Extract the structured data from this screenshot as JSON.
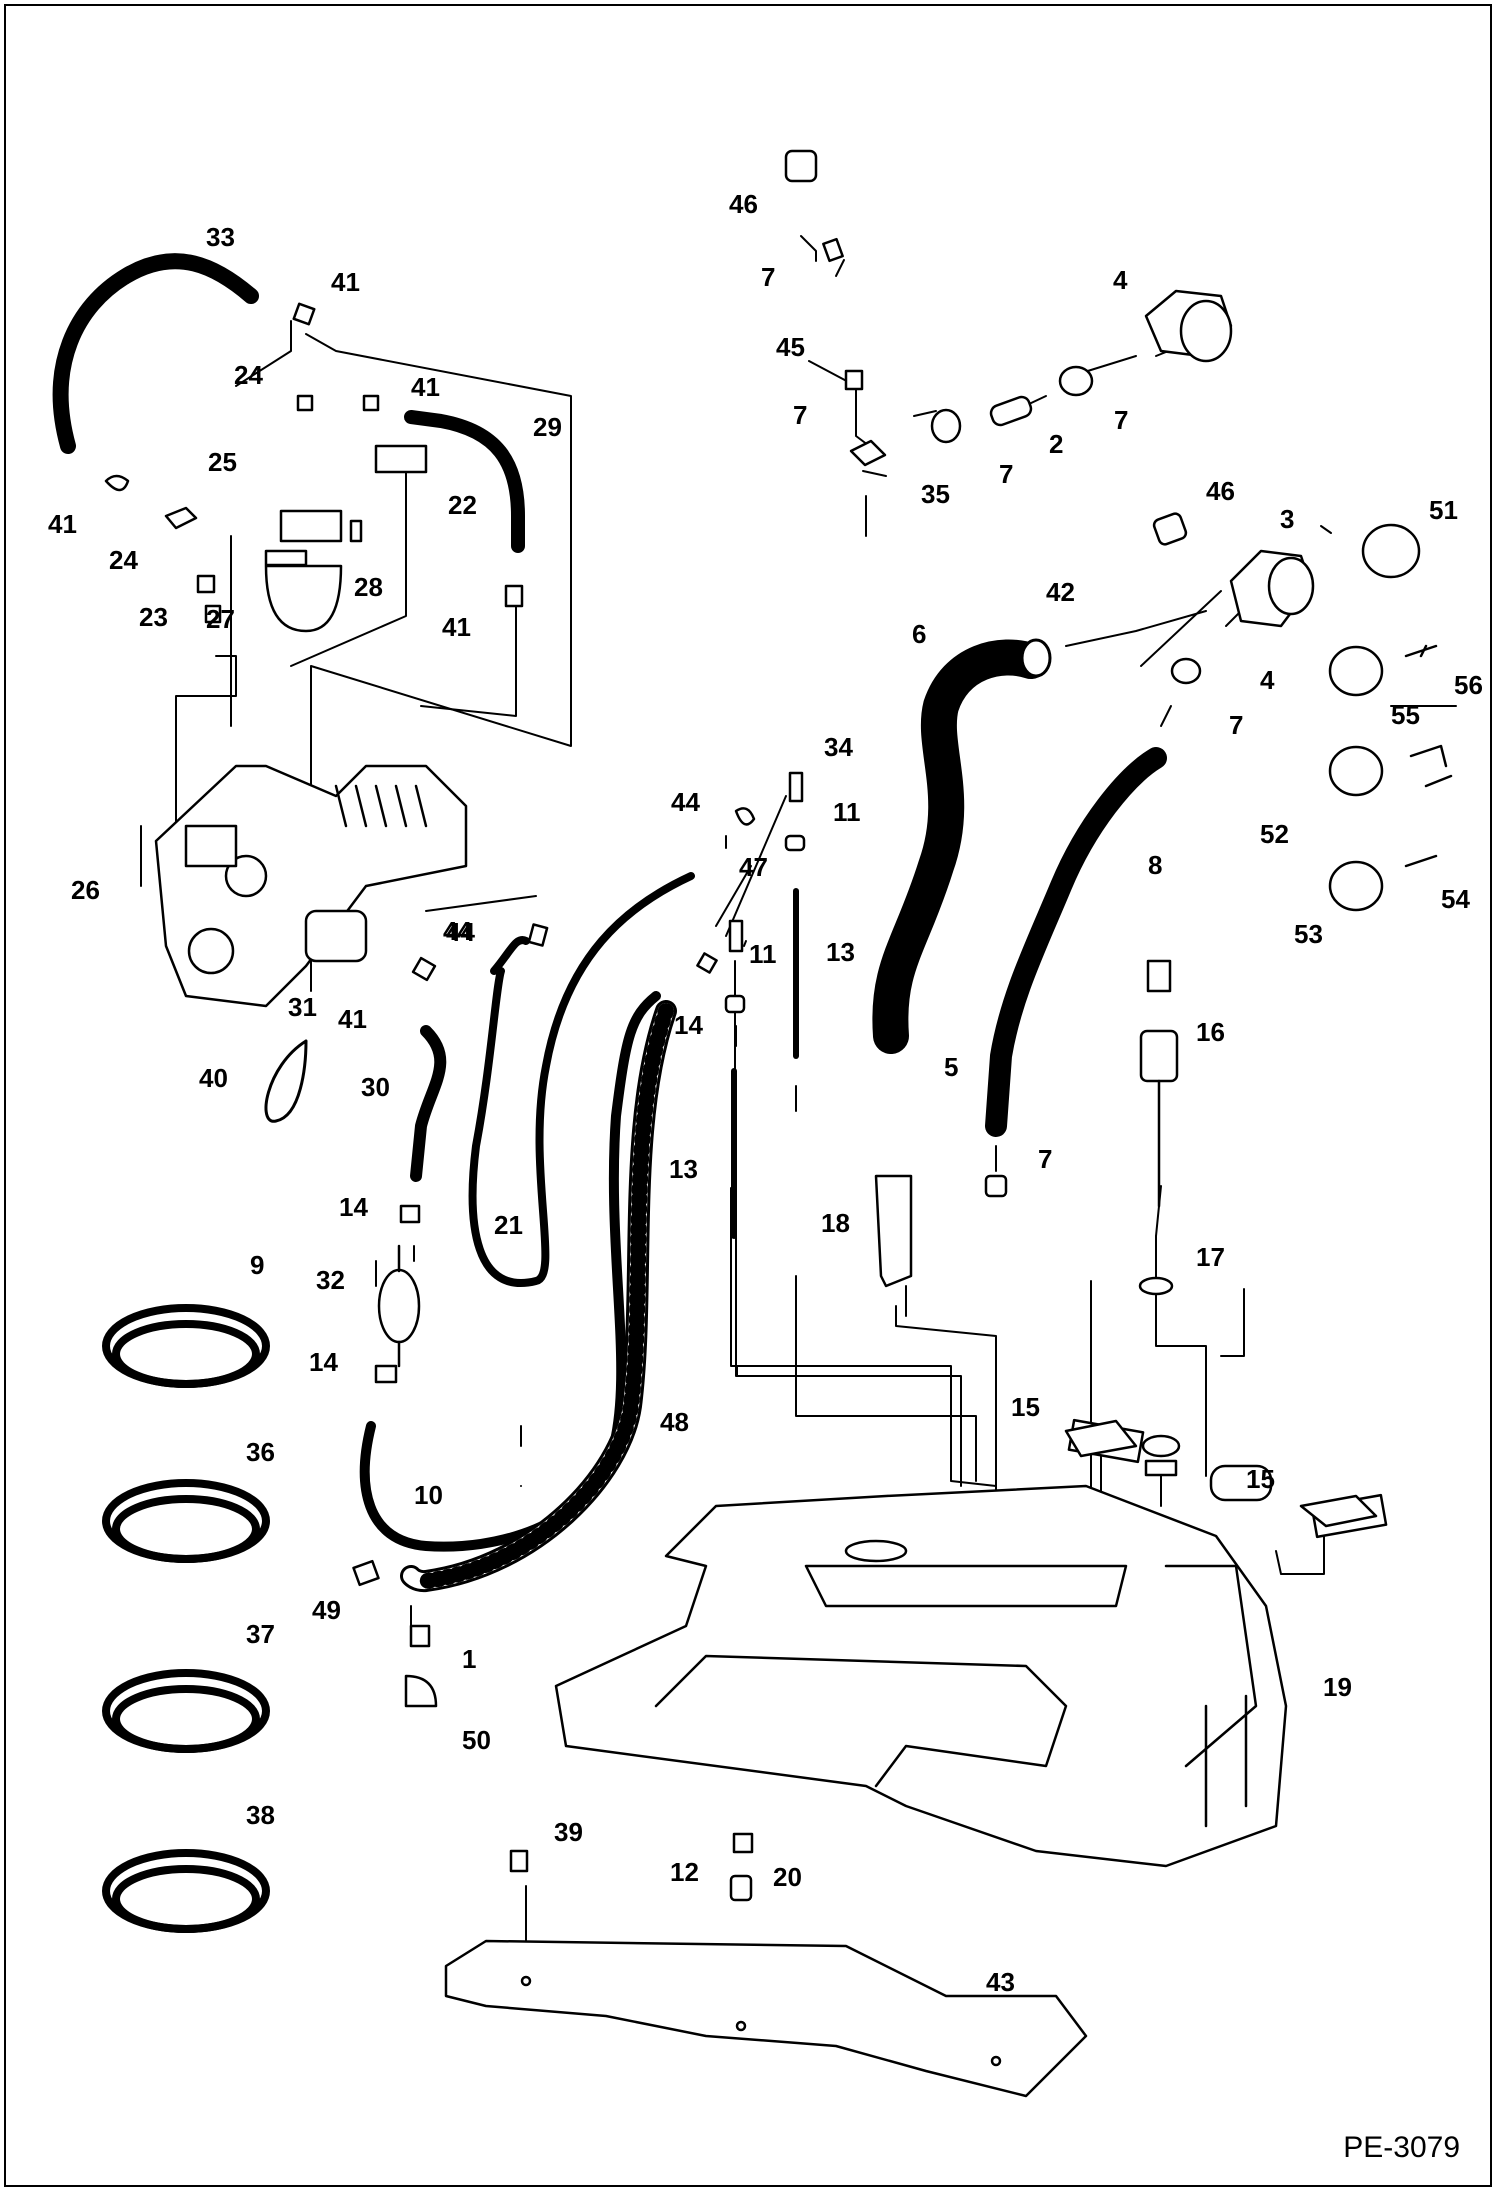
{
  "diagram": {
    "page_id": "PE-3079",
    "labels": {
      "1": "1",
      "2": "2",
      "3": "3",
      "4": "4",
      "5": "5",
      "6": "6",
      "7": "7",
      "8": "8",
      "9": "9",
      "10": "10",
      "11": "11",
      "12": "12",
      "13": "13",
      "14": "14",
      "15": "15",
      "16": "16",
      "17": "17",
      "18": "18",
      "19": "19",
      "20": "20",
      "21": "21",
      "22": "22",
      "23": "23",
      "24": "24",
      "25": "25",
      "26": "26",
      "27": "27",
      "28": "28",
      "29": "29",
      "30": "30",
      "31": "31",
      "32": "32",
      "33": "33",
      "34": "34",
      "35": "35",
      "36": "36",
      "37": "37",
      "38": "38",
      "39": "39",
      "40": "40",
      "41": "41",
      "42": "42",
      "43": "43",
      "44": "44",
      "45": "45",
      "46": "46",
      "47": "47",
      "48": "48",
      "49": "49",
      "50": "50",
      "51": "51",
      "52": "52",
      "53": "53",
      "54": "54",
      "55": "55",
      "56": "56"
    }
  }
}
